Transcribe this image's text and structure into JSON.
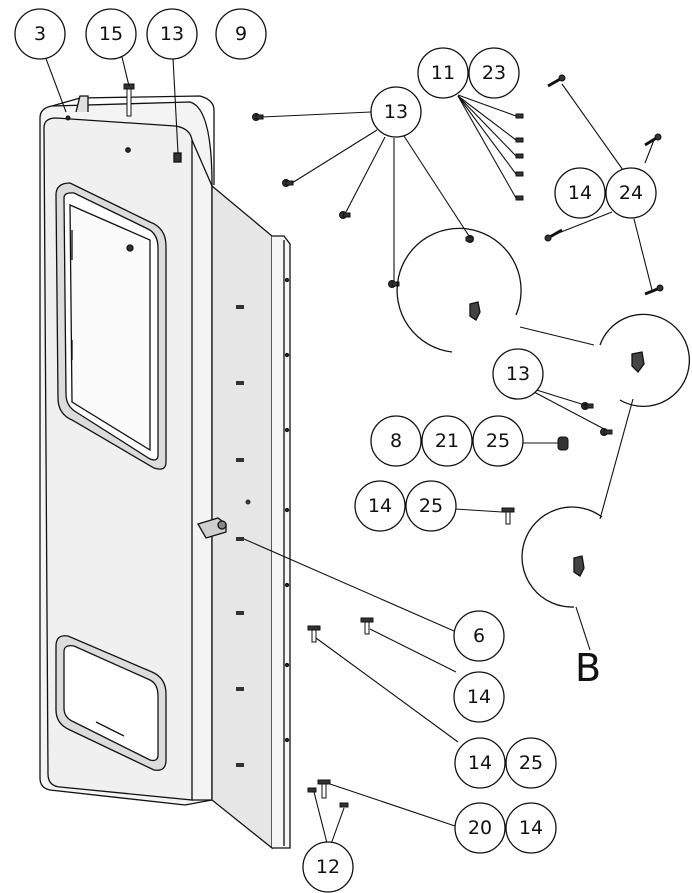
{
  "callouts": {
    "c3": "3",
    "c15": "15",
    "c13a": "13",
    "c9": "9",
    "c11": "11",
    "c23": "23",
    "c13b": "13",
    "c14a": "14",
    "c24": "24",
    "c13c": "13",
    "c8": "8",
    "c21": "21",
    "c25a": "25",
    "c14b": "14",
    "c25b": "25",
    "c6": "6",
    "c14c": "14",
    "c14d": "14",
    "c25c": "25",
    "c20": "20",
    "c14e": "14",
    "c12": "12"
  },
  "view_label": "B",
  "colors": {
    "line": "#111111",
    "panel": "#f2f2f2",
    "panel_dark": "#d8d8d8",
    "window": "#ffffff"
  }
}
